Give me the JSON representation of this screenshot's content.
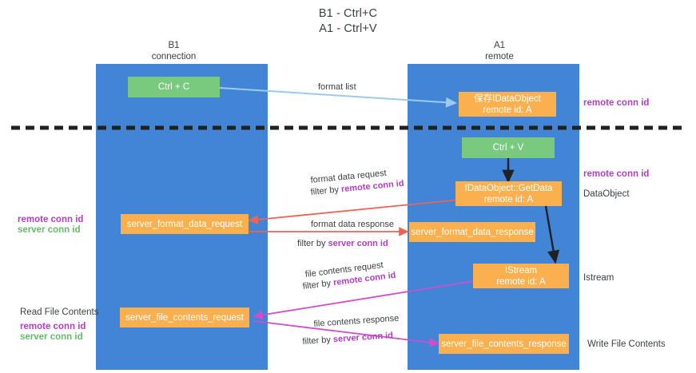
{
  "title": {
    "line1": "B1 - Ctrl+C",
    "line2": "A1 - Ctrl+V"
  },
  "columns": [
    {
      "name": "left",
      "line1": "B1",
      "line2": "connection"
    },
    {
      "name": "right",
      "line1": "A1",
      "line2": "remote"
    }
  ],
  "boxes": {
    "ctrl_c": {
      "line1": "Ctrl + C",
      "line2": "",
      "color": "#79ca7f"
    },
    "save_idataobject": {
      "line1": "保存IDataObject",
      "line2": "remote id: A",
      "color": "#fab04e"
    },
    "ctrl_v": {
      "line1": "Ctrl + V",
      "line2": "",
      "color": "#79ca7f"
    },
    "getdata": {
      "line1": "IDataObject::GetData",
      "line2": "remote id: A",
      "color": "#fab04e"
    },
    "server_format_data_request": {
      "line1": "server_format_data_request",
      "line2": "",
      "color": "#fab04e"
    },
    "server_format_data_response": {
      "line1": "server_format_data_response",
      "line2": "",
      "color": "#fab04e"
    },
    "istream": {
      "line1": "IStream",
      "line2": "remote id: A",
      "color": "#fab04e"
    },
    "server_file_contents_request": {
      "line1": "server_file_contents_request",
      "line2": "",
      "color": "#fab04e"
    },
    "server_file_contents_response": {
      "line1": "server_file_contents_response",
      "line2": "",
      "color": "#fab04e"
    }
  },
  "right_labels": {
    "remote_conn_id_top": "remote conn id",
    "remote_conn_id_mid": "remote conn id",
    "dataobject": "DataObject",
    "istream": "Istream",
    "write_file_contents": "Write File Contents"
  },
  "left_labels": {
    "remote_conn_id": "remote conn id",
    "server_conn_id": "server conn id",
    "read_file_contents": "Read File Contents",
    "remote_conn_id_2": "remote conn id",
    "server_conn_id_2": "server conn id"
  },
  "arrow_labels": {
    "format_list": "format list",
    "format_data_request": "format data request",
    "filter_by_1_prefix": "filter by ",
    "filter_by_1_value": "remote conn id",
    "format_data_response": "format data response",
    "filter_by_2_prefix": "filter by ",
    "filter_by_2_value": "server conn id",
    "file_contents_request": "file contents request",
    "filter_by_3_prefix": "filter by ",
    "filter_by_3_value": "remote conn id",
    "file_contents_response": "file contents response",
    "filter_by_4_prefix": "filter by ",
    "filter_by_4_value": "server conn id"
  },
  "colors": {
    "lane": "#4285d6",
    "green_box": "#79ca7f",
    "orange_box": "#fab04e",
    "purple_text": "#b23fc4",
    "green_text": "#67bb6a",
    "light_blue_arrow": "#9dcaf0",
    "red_arrow": "#ef6352",
    "magenta_arrow": "#cf4ed0",
    "black": "#202124",
    "divider": "#202124"
  }
}
